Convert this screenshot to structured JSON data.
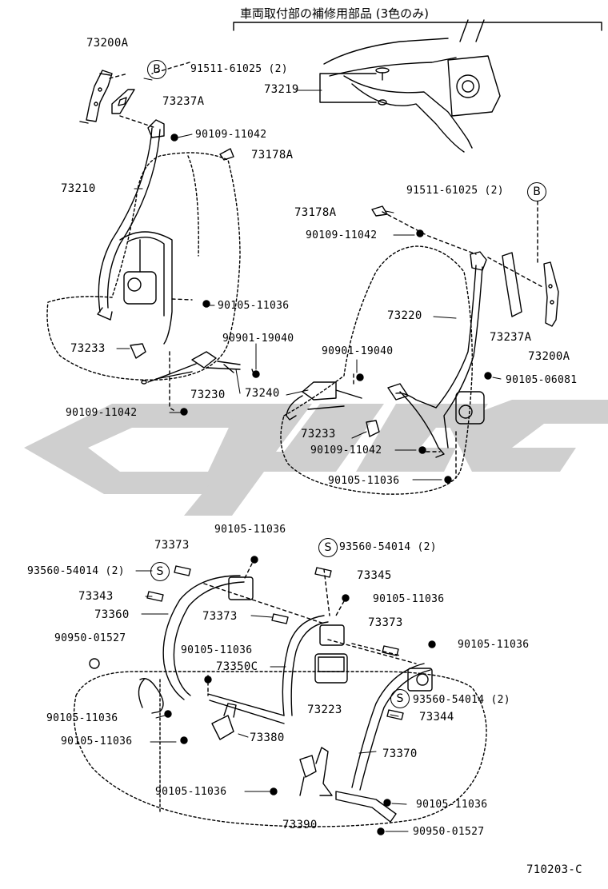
{
  "header": {
    "title": "車両取付部の補修用部品 (3色のみ)"
  },
  "diagram_code": "710203-C",
  "markers": {
    "b_top": "B",
    "b_right": "B",
    "s_left": "S",
    "s_mid": "S",
    "s_right": "S"
  },
  "labels": {
    "l73200A_top": "73200A",
    "l91511_top": "91511-61025 (2)",
    "l73237A_top": "73237A",
    "l73219": "73219",
    "l90109_11042_a": "90109-11042",
    "l73178A_top": "73178A",
    "l73210": "73210",
    "l91511_right": "91511-61025 (2)",
    "l73178A_right": "73178A",
    "l90109_11042_b": "90109-11042",
    "l90105_11036_a": "90105-11036",
    "l73220": "73220",
    "l73233_a": "73233",
    "l90901_19040_a": "90901-19040",
    "l73237A_right": "73237A",
    "l73200A_right": "73200A",
    "l90901_19040_b": "90901-19040",
    "l73230": "73230",
    "l73240": "73240",
    "l90105_06081": "90105-06081",
    "l90109_11042_c": "90109-11042",
    "l73233_b": "73233",
    "l90109_11042_d": "90109-11042",
    "l90105_11036_b": "90105-11036",
    "l90105_11036_c": "90105-11036",
    "l73373_a": "73373",
    "l93560_right_top": "93560-54014 (2)",
    "l93560_left": "93560-54014 (2)",
    "l73345": "73345",
    "l73343": "73343",
    "l90105_11036_d": "90105-11036",
    "l73360": "73360",
    "l73373_b": "73373",
    "l73373_c": "73373",
    "l90950_01527_a": "90950-01527",
    "l90105_11036_e": "90105-11036",
    "l90105_11036_f": "90105-11036",
    "l73350C": "73350C",
    "l93560_right_mid": "93560-54014 (2)",
    "l73223": "73223",
    "l90105_11036_g": "90105-11036",
    "l73344": "73344",
    "l90105_11036_h": "90105-11036",
    "l73380": "73380",
    "l73370": "73370",
    "l90105_11036_i": "90105-11036",
    "l90105_11036_j": "90105-11036",
    "l73390": "73390",
    "l90950_01527_b": "90950-01527"
  }
}
